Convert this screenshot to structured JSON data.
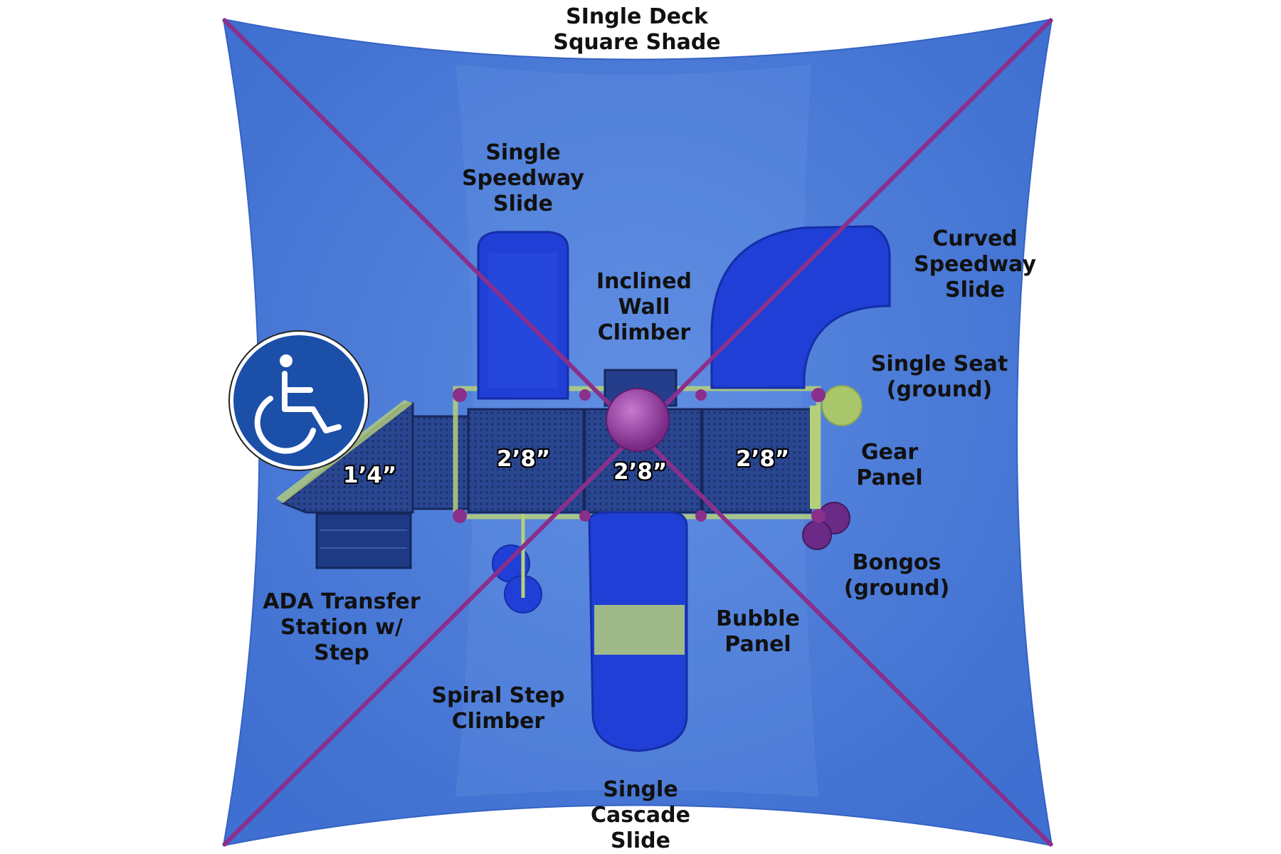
{
  "colors": {
    "canopy": "#4f7fd8",
    "canopy_edge": "#3d6cc9",
    "cross_pole": "#8b2f8c",
    "slide": "#1f3fd6",
    "deck": "#24408a",
    "rail": "#b6d07a",
    "ada_badge": "#1b4fa8"
  },
  "icons": {
    "accessibility": "wheelchair-icon"
  },
  "labels": {
    "shade": [
      "SIngle Deck",
      "Square Shade"
    ],
    "speedway": [
      "Single",
      "Speedway",
      "Slide"
    ],
    "inclined": [
      "Inclined",
      "Wall",
      "Climber"
    ],
    "curved": [
      "Curved",
      "Speedway",
      "Slide"
    ],
    "seat": [
      "Single Seat",
      "(ground)"
    ],
    "gear": [
      "Gear",
      "Panel"
    ],
    "bongos": [
      "Bongos",
      "(ground)"
    ],
    "bubble": [
      "Bubble",
      "Panel"
    ],
    "ada": [
      "ADA Transfer",
      "Station w/",
      "Step"
    ],
    "spiral": [
      "Spiral Step",
      "Climber"
    ],
    "cascade": [
      "Single",
      "Cascade",
      "Slide"
    ]
  },
  "deck_heights": {
    "transfer": "1’4”",
    "left": "2’8”",
    "center": "2’8”",
    "right": "2’8”"
  }
}
